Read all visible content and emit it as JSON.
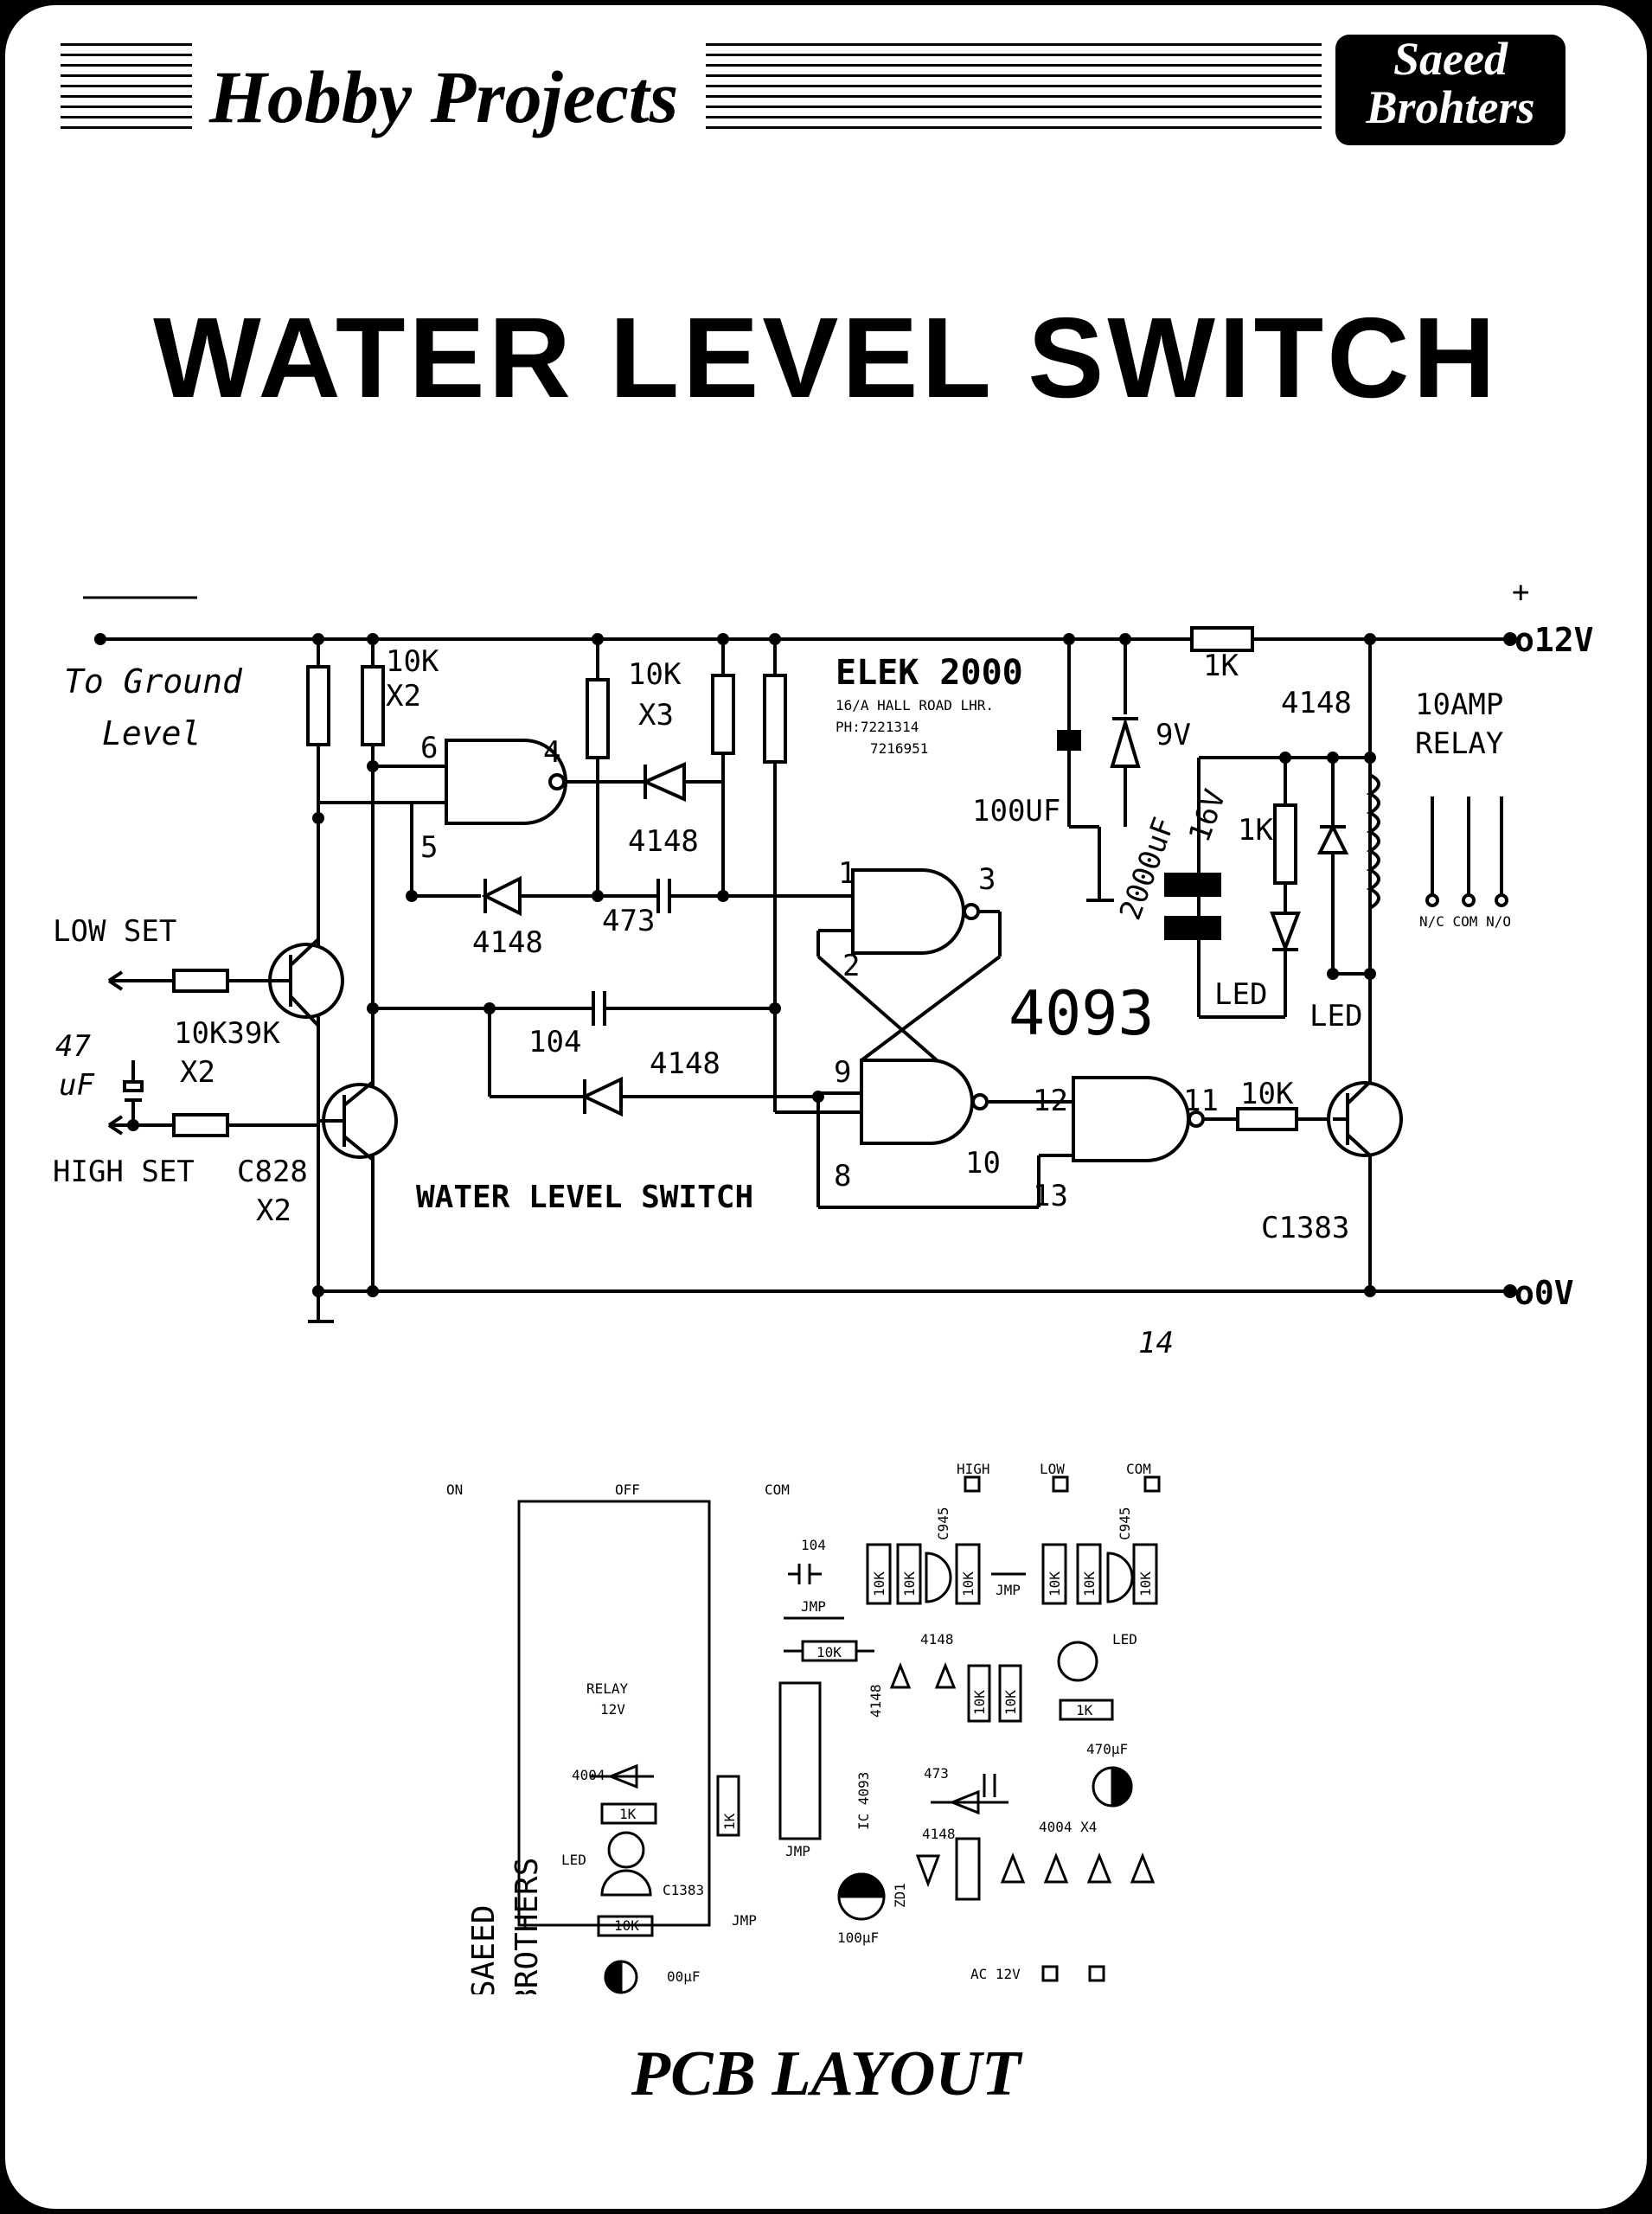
{
  "header": {
    "title": "Hobby Projects",
    "brand_line1": "Saeed",
    "brand_line2": "Brohters"
  },
  "main_title": "WATER LEVEL SWITCH",
  "schematic": {
    "supply_pos": "+",
    "supply_top": "o12V",
    "supply_bottom": "o0V",
    "ground_label_1": "To Ground",
    "ground_label_2": "Level",
    "low_set": "LOW SET",
    "high_set": "HIGH SET",
    "res_10k_x2": "10K",
    "res_10k_x2_qty": "X2",
    "res_10k_x3": "10K",
    "res_10k_x3_qty": "X3",
    "res_10k_39k": "10K39K",
    "res_10k_39k_qty": "X2",
    "cap_47uf_a": "47",
    "cap_47uf_b": "uF",
    "transistor_c828": "C828",
    "transistor_c828_qty": "X2",
    "pin_6": "6",
    "pin_4": "4",
    "pin_5": "5",
    "pin_1": "1",
    "pin_2": "2",
    "pin_3": "3",
    "pin_9": "9",
    "pin_8": "8",
    "pin_10": "10",
    "pin_12": "12",
    "pin_13": "13",
    "pin_11": "11",
    "diode_4148_a": "4148",
    "diode_4148_b": "4148",
    "diode_4148_c": "4148",
    "diode_4148_d": "4148",
    "cap_473": "473",
    "cap_104": "104",
    "ic_label": "4093",
    "elek_1": "ELEK 2000",
    "elek_2": "16/A HALL ROAD LHR.",
    "elek_3": "PH:7221314",
    "elek_4": "7216951",
    "cap_100uf": "100UF",
    "zener_9v": "9V",
    "cap_2000uf": "2000uF",
    "cap_16v": "16V",
    "res_1k_top": "1K",
    "res_1k_led": "1K",
    "led_1": "LED",
    "led_2": "LED",
    "relay_1": "10AMP",
    "relay_2": "RELAY",
    "relay_contacts": "N/C COM N/O",
    "res_10k_base": "10K",
    "transistor_c1383": "C1383",
    "inner_title": "WATER LEVEL SWITCH",
    "page_number": "14"
  },
  "pcb": {
    "on": "ON",
    "off": "OFF",
    "com_top": "COM",
    "high": "HIGH",
    "low": "LOW",
    "com_right": "COM",
    "relay_1": "RELAY",
    "relay_2": "12V",
    "cap_104": "104",
    "jmp_1": "JMP",
    "res_10k_a": "10K",
    "c945_a": "C945",
    "c945_b": "C945",
    "res_10k_b": "10K",
    "res_10k_c": "10K",
    "res_10k_d": "10K",
    "jmp_2": "JMP",
    "res_10k_e": "10K",
    "res_10k_f": "10K",
    "res_10k_g": "10K",
    "d4148_top": "4148",
    "d4148_side": "4148",
    "res_10k_h": "10K",
    "res_10k_i": "10K",
    "led_top": "LED",
    "res_1k_a": "1K",
    "cap_470uf": "470µF",
    "d4004": "4004",
    "res_1k_b": "1K",
    "led_left": "LED",
    "c1383": "C1383",
    "res_10k_j": "10K",
    "jmp_3": "JMP",
    "ic": "IC 4093",
    "jmp_4": "JMP",
    "cap_473": "473",
    "d4148_bottom": "4148",
    "d4004_qty": "4004 X4",
    "zd1": "ZD1",
    "res_1k_c": "1K",
    "cap_100uf": "100µF",
    "cap_00uf": "00µF",
    "ac_12v": "AC 12V",
    "saeed": "SAEED",
    "brothers": "BROTHERS"
  },
  "pcb_title": "PCB LAYOUT"
}
